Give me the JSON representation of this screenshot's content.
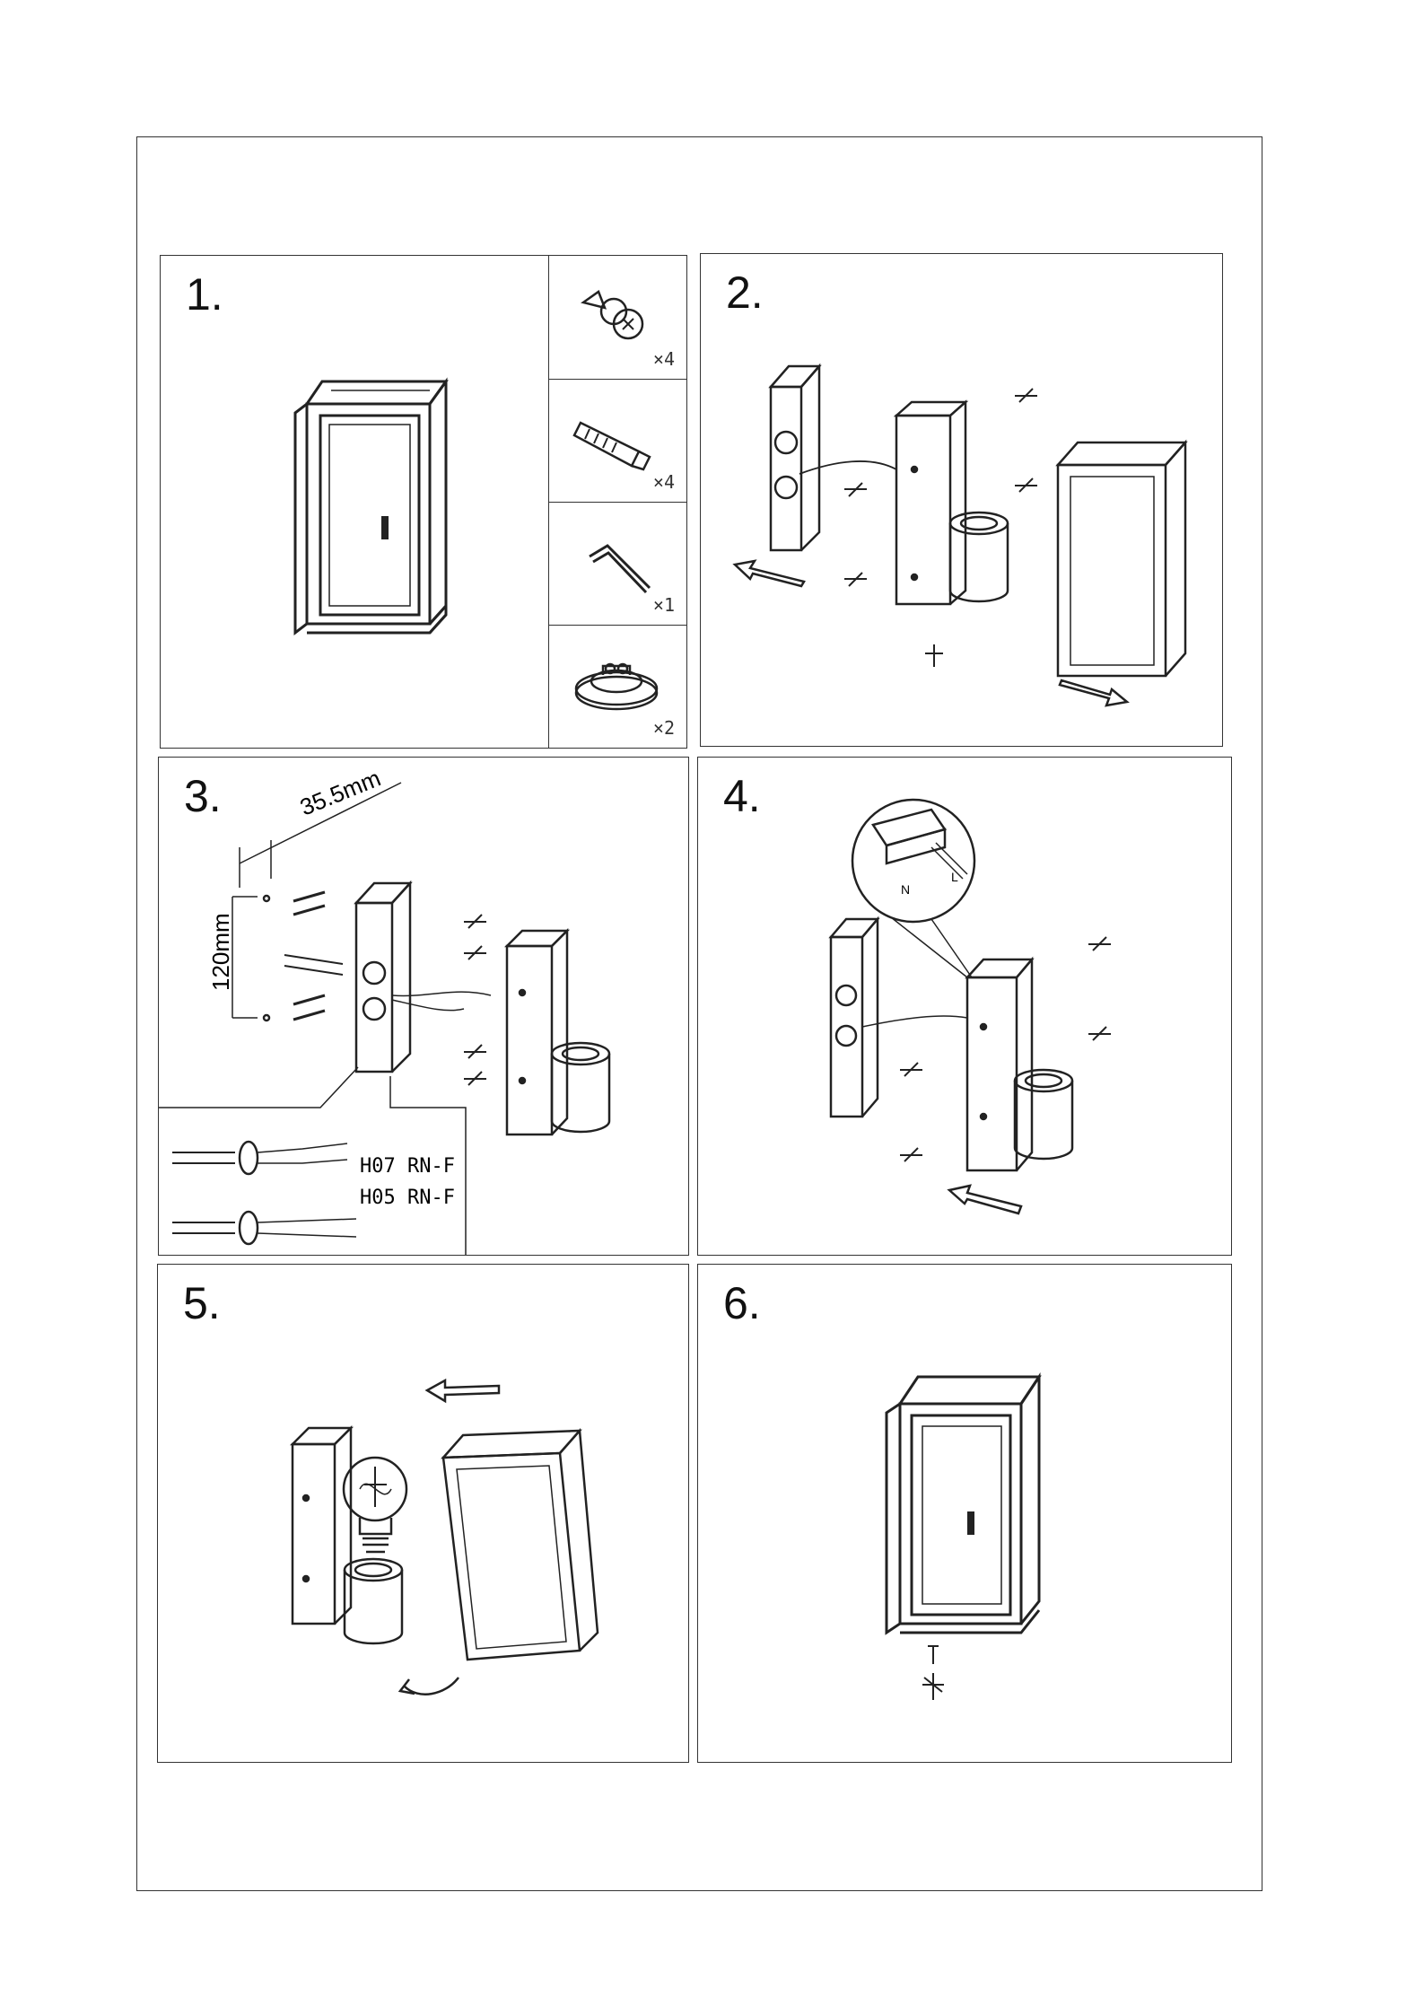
{
  "steps": [
    {
      "number": "1."
    },
    {
      "number": "2."
    },
    {
      "number": "3."
    },
    {
      "number": "4."
    },
    {
      "number": "5."
    },
    {
      "number": "6."
    }
  ],
  "parts": [
    {
      "icon": "wall-plug-screw-icon",
      "qty": "×4"
    },
    {
      "icon": "dowel-anchor-icon",
      "qty": "×4"
    },
    {
      "icon": "allen-key-icon",
      "qty": "×1"
    },
    {
      "icon": "cable-grommet-icon",
      "qty": "×2"
    }
  ],
  "step3": {
    "dim_horizontal": "35.5mm",
    "dim_vertical": "120mm",
    "cable_type_1": "H07 RN-F",
    "cable_type_2": "H05 RN-F"
  },
  "step4": {
    "terminal_n": "N",
    "terminal_l": "L"
  }
}
